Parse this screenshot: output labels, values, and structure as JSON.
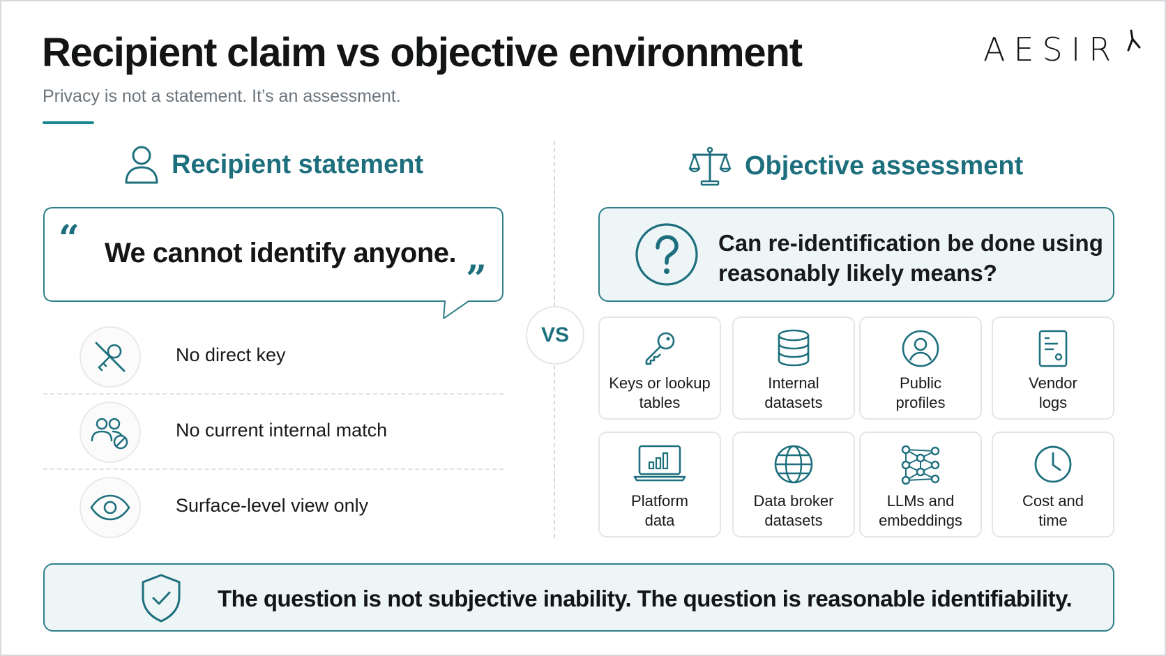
{
  "header": {
    "title": "Recipient claim vs objective environment",
    "subtitle": "Privacy is not a statement. It’s an assessment.",
    "logo_text": "AESIR",
    "accent_color": "#1b8a95"
  },
  "left": {
    "heading": "Recipient statement",
    "heading_icon": "person-icon",
    "claim": {
      "open_quote": "“",
      "text": "We cannot identify anyone.",
      "close_quote": "”"
    },
    "limitations": [
      {
        "icon": "key-crossed-icon",
        "label": "No direct key"
      },
      {
        "icon": "users-blocked-icon",
        "label": "No current internal match"
      },
      {
        "icon": "eye-icon",
        "label": "Surface-level view only"
      }
    ]
  },
  "vs_label": "VS",
  "right": {
    "heading": "Objective assessment",
    "heading_icon": "scales-icon",
    "question": {
      "icon": "question-mark-icon",
      "line1": "Can re-identification be done",
      "line2": "using reasonably likely means?"
    },
    "means": [
      {
        "icon": "key-icon",
        "line1": "Keys or lookup",
        "line2": "tables"
      },
      {
        "icon": "database-icon",
        "line1": "Internal",
        "line2": "datasets"
      },
      {
        "icon": "profile-icon",
        "line1": "Public",
        "line2": "profiles"
      },
      {
        "icon": "document-icon",
        "line1": "Vendor",
        "line2": "logs"
      },
      {
        "icon": "laptop-chart-icon",
        "line1": "Platform",
        "line2": "data"
      },
      {
        "icon": "globe-icon",
        "line1": "Data broker",
        "line2": "datasets"
      },
      {
        "icon": "neural-network-icon",
        "line1": "LLMs and",
        "line2": "embeddings"
      },
      {
        "icon": "clock-icon",
        "line1": "Cost and",
        "line2": "time"
      }
    ]
  },
  "footer": {
    "icon": "shield-check-icon",
    "text": "The question is not subjective inability. The question is reasonable identifiability."
  },
  "colors": {
    "teal_dark": "#1d6f7d",
    "teal_border": "#2f7f89",
    "panel_bg": "#eef5f7",
    "muted_text": "#6c757d"
  }
}
